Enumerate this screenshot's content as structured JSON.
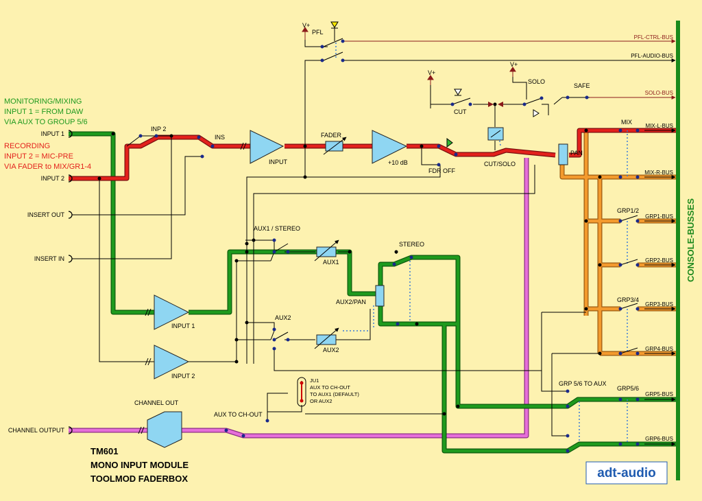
{
  "colors": {
    "background": "#fdf2b0",
    "red_path": "#e3211c",
    "green_path": "#1e9a1e",
    "orange_path": "#f39a2e",
    "magenta_path": "#e66fd9",
    "amp_fill": "#8fd6f2",
    "bus_bar": "#1a8a1a",
    "brand": "#1f5bb0"
  },
  "notes": {
    "monitoring": [
      "MONITORING/MIXING",
      "INPUT 1 = FROM DAW",
      "VIA AUX TO GROUP 5/6"
    ],
    "recording": [
      "RECORDING",
      "INPUT 2 = MIC-PRE",
      "VIA FADER to MIX/GR1-4"
    ]
  },
  "jacks": {
    "input1": "INPUT 1",
    "input2": "INPUT 2",
    "insert_out": "INSERT OUT",
    "insert_in": "INSERT IN",
    "channel_output": "CHANNEL OUTPUT"
  },
  "labels": {
    "inp2": "INP 2",
    "ins": "INS",
    "input_amp": "INPUT",
    "fader": "FADER",
    "gain": "+10 dB",
    "fdr_off": "FDR OFF",
    "cut_solo": "CUT/SOLO",
    "cut": "CUT",
    "solo": "SOLO",
    "safe": "SAFE",
    "pfl": "PFL",
    "vplus": "V+",
    "pan": "PAN",
    "mix": "MIX",
    "grp12": "GRP1/2",
    "grp34": "GRP3/4",
    "grp56": "GRP5/6",
    "grp56_to_aux": "GRP 5/6 TO AUX",
    "aux1_stereo": "AUX1 / STEREO",
    "aux1": "AUX1",
    "aux2": "AUX2",
    "aux2_sel": "AUX2",
    "aux2_pan": "AUX2/PAN",
    "stereo": "STEREO",
    "amp_in1": "INPUT 1",
    "amp_in2": "INPUT 2",
    "channel_out": "CHANNEL OUT",
    "aux_to_ch_out": "AUX TO CH-OUT",
    "ju1": [
      "JU1",
      "AUX TO CH-OUT",
      "TO AUX1 (DEFAULT)",
      "OR AUX2"
    ]
  },
  "buses": {
    "pfl_ctrl": "PFL-CTRL-BUS",
    "pfl_audio": "PFL-AUDIO-BUS",
    "solo": "SOLO-BUS",
    "mix_l": "MIX-L-BUS",
    "mix_r": "MIX-R-BUS",
    "grp1": "GRP1-BUS",
    "grp2": "GRP2-BUS",
    "grp3": "GRP3-BUS",
    "grp4": "GRP4-BUS",
    "grp5": "GRP5-BUS",
    "grp6": "GRP6-BUS"
  },
  "console_busses": "CONSOLE-BUSSES",
  "title": [
    "TM601",
    "MONO INPUT MODULE",
    "TOOLMOD FADERBOX"
  ],
  "logo": "adt-audio"
}
